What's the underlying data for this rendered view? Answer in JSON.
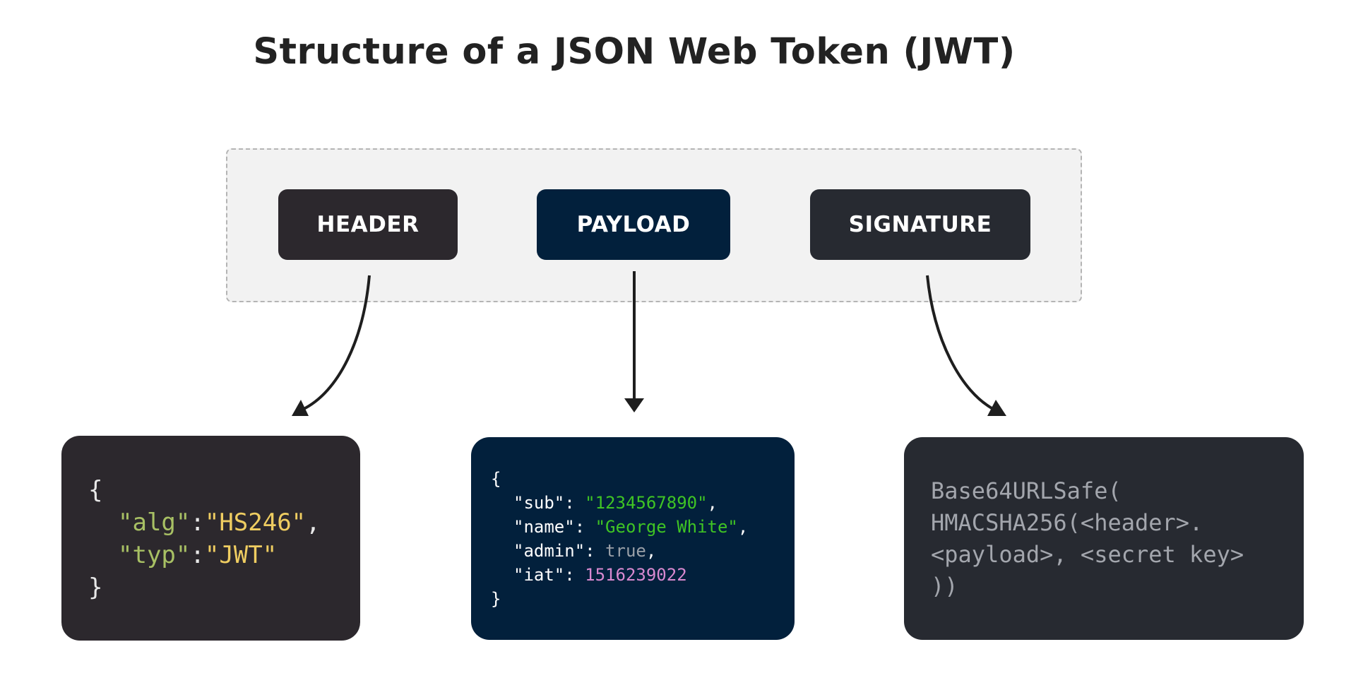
{
  "title": "Structure of a JSON Web Token (JWT)",
  "parts": {
    "header": "HEADER",
    "payload": "PAYLOAD",
    "signature": "SIGNATURE"
  },
  "header_card": {
    "open": "{",
    "alg_key": "\"alg\"",
    "alg_sep": ":",
    "alg_value": "\"HS246\"",
    "alg_comma": ",",
    "typ_key": "\"typ\"",
    "typ_sep": ":",
    "typ_value": "\"JWT\"",
    "close": "}"
  },
  "payload_card": {
    "open": "{",
    "sub_key": "\"sub\": ",
    "sub_value": "\"1234567890\"",
    "sub_comma": ",",
    "name_key": "\"name\": ",
    "name_value": "\"George White\"",
    "name_comma": ",",
    "admin_key": "\"admin\": ",
    "admin_value": "true",
    "admin_comma": ",",
    "iat_key": "\"iat\": ",
    "iat_value": "1516239022",
    "close": "}"
  },
  "signature_card": {
    "line1": "Base64URLSafe(",
    "line2": "HMACSHA256(<header>.",
    "line3": "<payload>, <secret key>",
    "line4": "))"
  },
  "colors": {
    "header": "#2c282d",
    "payload": "#02203c",
    "signature": "#272a31",
    "string_value": "#3fc424",
    "number_value": "#d889d0",
    "header_key": "#a8c064",
    "header_value": "#efcd61"
  }
}
